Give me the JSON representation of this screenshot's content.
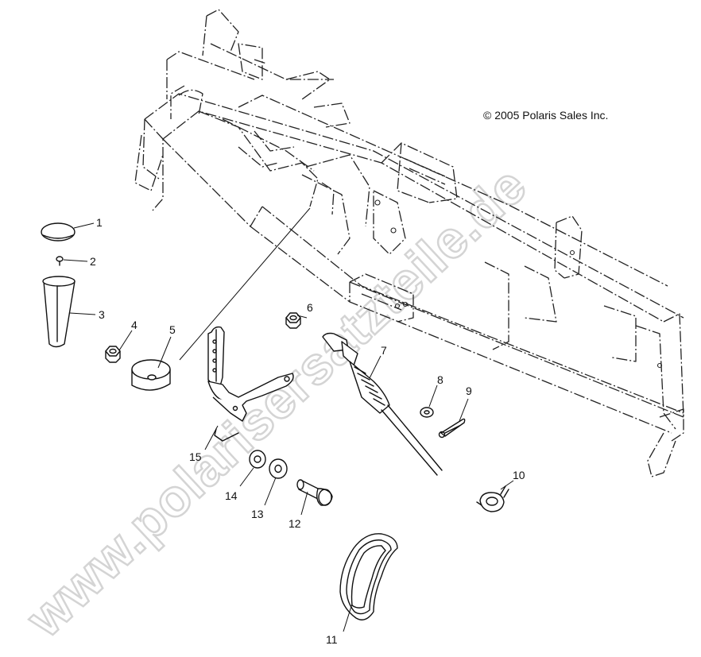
{
  "copyright": "© 2005 Polaris Sales Inc.",
  "watermark": "www.polarisersatzteile.de",
  "callouts": [
    "1",
    "2",
    "3",
    "4",
    "5",
    "6",
    "7",
    "8",
    "9",
    "10",
    "11",
    "12",
    "13",
    "14",
    "15"
  ]
}
